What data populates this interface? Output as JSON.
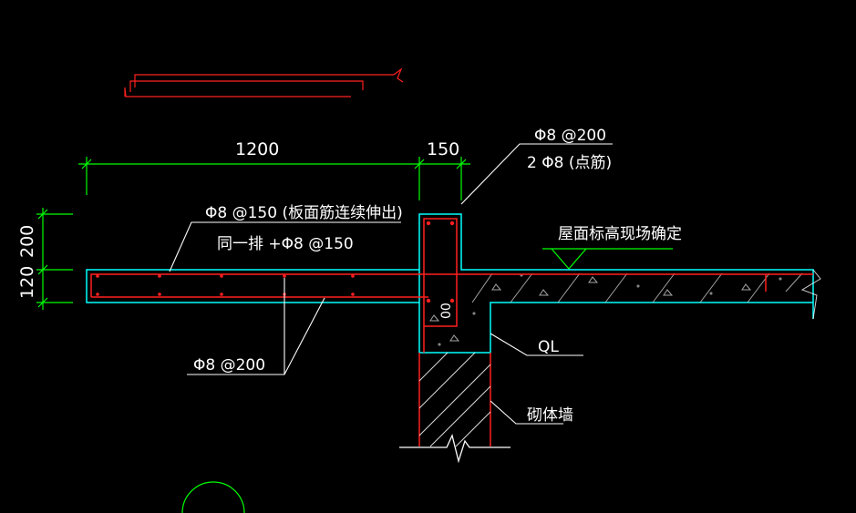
{
  "drawing": {
    "background_color": "#000000",
    "colors": {
      "dimension": "#00ff00",
      "outline": "#00ffff",
      "rebar": "#ff2020",
      "leader": "#ffffff",
      "hatch": "#cccccc"
    }
  },
  "dimensions": {
    "overhang_width": "1200",
    "beam_width": "150",
    "beam_upper_height": "200",
    "slab_thickness": "120"
  },
  "annotations": {
    "top_bar_line1": "Φ8 @150 (板面筋连续伸出)",
    "top_bar_line2": "同一排  +Φ8 @150",
    "bottom_bar": "Φ8 @200",
    "beam_stirrup_line1": "Φ8 @200",
    "beam_stirrup_line2": "2 Φ8 (点筋)",
    "roof_level_note": "屋面标高现场确定",
    "ring_beam": "QL",
    "masonry_wall": "砌体墙",
    "small_dim": "00"
  }
}
